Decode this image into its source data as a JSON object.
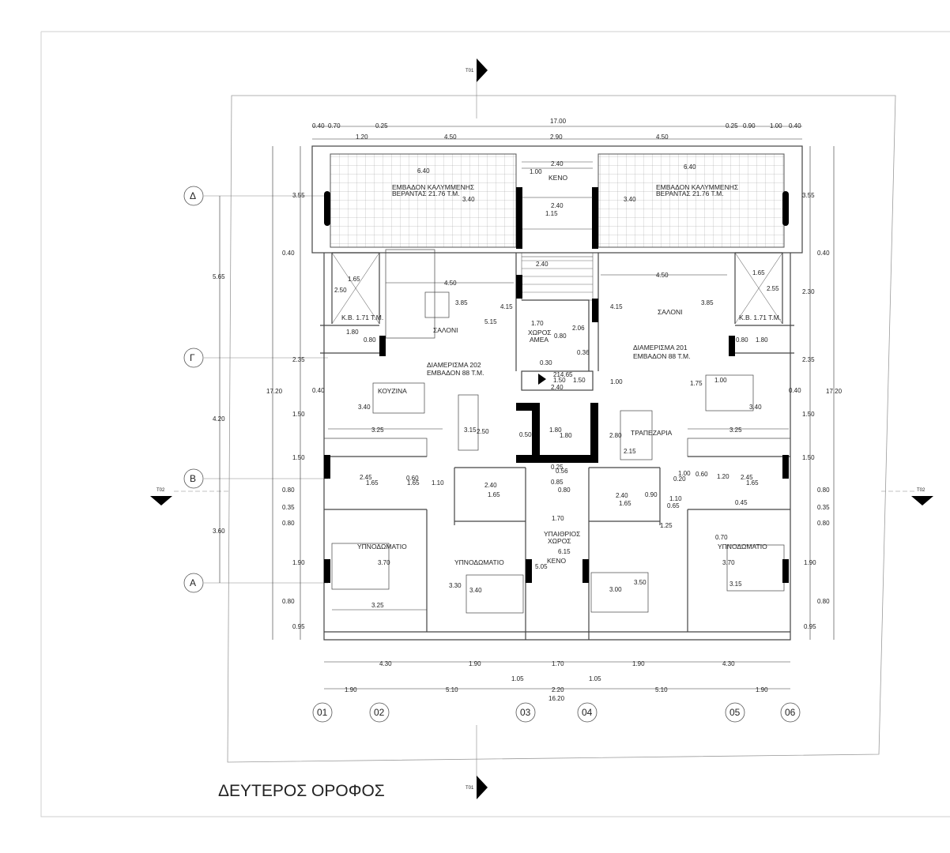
{
  "drawing": {
    "title": "ΔΕΥΤΕΡΟΣ ΟΡΟΦΟΣ",
    "section_top": "T01",
    "section_bottom": "T01",
    "section_left": "T02",
    "section_right": "T02"
  },
  "grid_rows": [
    "Δ",
    "Γ",
    "Β",
    "Α"
  ],
  "grid_cols": [
    "01",
    "02",
    "03",
    "04",
    "05",
    "06"
  ],
  "rooms": {
    "veranda_left_1": "ΕΜΒΑΔΟΝ ΚΑΛΥΜΜΕΝΗΣ",
    "veranda_left_2": "ΒΕΡΑΝΤΑΣ 21.76 Τ.Μ.",
    "veranda_right_1": "ΕΜΒΑΔΟΝ ΚΑΛΥΜΜΕΝΗΣ",
    "veranda_right_2": "ΒΕΡΑΝΤΑΣ 21.76 Τ.Μ.",
    "void_top": "ΚΕΝΟ",
    "kb_left": "Κ.Β. 1.71 Τ.Μ.",
    "kb_right": "Κ.Β. 1.71 Τ.Μ.",
    "living_left": "ΣΑΛΟΝΙ",
    "living_right": "ΣΑΛΟΝΙ",
    "apt202_1": "ΔΙΑΜΕΡΙΣΜΑ 202",
    "apt202_2": "ΕΜΒΑΔΟΝ 88 Τ.Μ.",
    "apt201_1": "ΔΙΑΜΕΡΙΣΜΑ 201",
    "apt201_2": "ΕΜΒΑΔΟΝ 88 Τ.Μ.",
    "amea_1": "ΧΩΡΟΣ",
    "amea_2": "ΑΜΕΑ",
    "kitchen": "ΚΟΥΖΙΝΑ",
    "dining": "ΤΡΑΠΕΖΑΡΙΑ",
    "level": "214.65",
    "bed_1": "ΥΠΝΟΔΩΜΑΤΙΟ",
    "bed_2": "ΥΠΝΟΔΩΜΑΤΙΟ",
    "bed_3": "ΥΠΝΟΔΩΜΑΤΙΟ",
    "court_1": "ΥΠΑΙΘΡΙΟΣ",
    "court_2": "ΧΩΡΟΣ",
    "void_court": "ΚΕΝΟ"
  },
  "dims": {
    "top_total": "17.00",
    "top_a": "0.40",
    "top_b": "0.70",
    "top_c": "1.20",
    "top_d": "0.25",
    "top_e": "4.50",
    "top_f": "2.90",
    "top_g": "4.50",
    "top_h": "0.25",
    "top_i": "0.90",
    "top_j": "1.00",
    "top_k": "0.40",
    "ver_w_l": "6.40",
    "ver_w_r": "6.40",
    "ver_h_l": "3.40",
    "ver_h_r": "3.40",
    "stair_a": "2.40",
    "stair_b": "1.00",
    "stair_c": "2.40",
    "stair_d": "1.15",
    "stair_e": "2.40",
    "left_a": "3.55",
    "left_b": "0.40",
    "left_c": "5.65",
    "left_d": "2.35",
    "left_e": "0.40",
    "left_f": "17.20",
    "left_g": "1.50",
    "left_h": "4.20",
    "left_i": "1.50",
    "left_j": "0.80",
    "left_k": "0.35",
    "left_l": "0.80",
    "left_m": "3.60",
    "left_n": "1.90",
    "left_o": "0.80",
    "left_p": "0.95",
    "right_a": "3.55",
    "right_b": "0.40",
    "right_c": "2.30",
    "right_d": "2.35",
    "right_e": "0.40",
    "right_f": "17.20",
    "right_g": "1.50",
    "right_h": "1.50",
    "right_i": "0.80",
    "right_j": "0.35",
    "right_k": "0.80",
    "right_l": "1.90",
    "right_m": "0.80",
    "right_n": "0.95",
    "in_1": "1.65",
    "in_2": "2.50",
    "in_3": "4.50",
    "in_4": "3.85",
    "in_5": "4.15",
    "in_6": "5.15",
    "in_7": "1.80",
    "in_8": "0.80",
    "in_9": "4.50",
    "in_10": "4.15",
    "in_11": "3.85",
    "in_12": "1.65",
    "in_13": "2.55",
    "in_14": "0.80",
    "in_15": "1.80",
    "in_16": "1.70",
    "in_17": "0.80",
    "in_18": "2.06",
    "in_19": "0.36",
    "in_20": "0.30",
    "in_21": "1.50",
    "in_22": "1.50",
    "in_23": "2.40",
    "in_24": "1.00",
    "in_25": "1.75",
    "in_26": "1.00",
    "in_27": "3.40",
    "in_28": "3.40",
    "in_29": "3.25",
    "in_30": "3.15",
    "in_31": "2.50",
    "in_32": "0.50",
    "in_33": "1.80",
    "in_34": "1.80",
    "in_35": "2.80",
    "in_36": "2.15",
    "in_37": "3.25",
    "in_38": "0.25",
    "in_39": "0.56",
    "in_40": "0.85",
    "in_41": "0.80",
    "in_42": "1.70",
    "in_43": "6.15",
    "in_44": "5.05",
    "in_45": "2.45",
    "in_46": "1.65",
    "in_47": "0.60",
    "in_48": "1.65",
    "in_49": "1.10",
    "in_50": "2.40",
    "in_51": "1.65",
    "in_52": "2.40",
    "in_53": "1.65",
    "in_54": "0.90",
    "in_55": "1.10",
    "in_56": "0.65",
    "in_57": "1.00",
    "in_58": "0.20",
    "in_59": "0.60",
    "in_60": "1.20",
    "in_61": "2.45",
    "in_62": "1.65",
    "in_63": "0.45",
    "in_64": "1.25",
    "in_65": "0.70",
    "in_66": "3.70",
    "in_67": "3.30",
    "in_68": "3.40",
    "in_69": "3.25",
    "in_70": "3.00",
    "in_71": "3.50",
    "in_72": "3.70",
    "in_73": "3.15",
    "bot_a": "4.30",
    "bot_b": "1.90",
    "bot_c": "1.70",
    "bot_d": "1.90",
    "bot_e": "4.30",
    "bot_f": "1.05",
    "bot_g": "1.05",
    "bot_h": "1.90",
    "bot_i": "5.10",
    "bot_j": "2.20",
    "bot_k": "5.10",
    "bot_l": "1.90",
    "bot_total": "16.20"
  }
}
